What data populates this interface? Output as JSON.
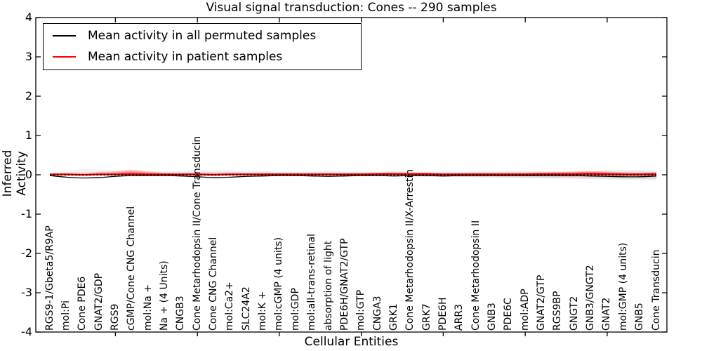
{
  "title": "Visual signal transduction: Cones -- 290 samples",
  "axes": {
    "xlabel": "Cellular Entities",
    "ylabel": "Inferred Activity",
    "yticks": [
      "4",
      "3",
      "2",
      "1",
      "0",
      "-1",
      "-2",
      "-3",
      "-4"
    ],
    "ylim": [
      -4,
      4
    ]
  },
  "legend": {
    "items": [
      {
        "label": "Mean activity in all permuted samples",
        "color": "#000000"
      },
      {
        "label": "Mean activity in patient samples",
        "color": "#ff0000"
      }
    ],
    "position": "upper left"
  },
  "colors": {
    "permuted_line": "#000000",
    "patient_line": "#ff0000",
    "zero_dash_line": "#000000",
    "permuted_band": "rgba(0,0,0,0.07)",
    "patient_band_outer": "rgba(255,0,0,0.22)",
    "patient_band_inner": "rgba(255,0,0,0.28)",
    "frame": "#000000",
    "background": "#ffffff"
  },
  "chart_data": {
    "type": "line",
    "title": "Visual signal transduction: Cones -- 290 samples",
    "xlabel": "Cellular Entities",
    "ylabel": "Inferred Activity",
    "ylim": [
      -4,
      4
    ],
    "grid": false,
    "legend_position": "upper left",
    "categories": [
      "RGS9-1/Gbeta5/R9AP",
      "mol:Pi",
      "Cone PDE6",
      "GNAT2/GDP",
      "RGS9",
      "cGMP/Cone CNG Channel",
      "mol:Na +",
      "Na + (4 Units)",
      "CNGB3",
      "Cone Metarhodopsin II/Cone Transducin",
      "Cone CNG Channel",
      "mol:Ca2+",
      "SLC24A2",
      "mol:K +",
      "mol:cGMP (4 units)",
      "mol:GDP",
      "mol:all-trans-retinal",
      "absorption of light",
      "PDE6H/GNAT2/GTP",
      "mol:GTP",
      "CNGA3",
      "GRK1",
      "Cone Metarhodopsin II/X-Arrestin",
      "GRK7",
      "PDE6H",
      "ARR3",
      "Cone Metarhodopsin II",
      "GNB3",
      "PDE6C",
      "mol:ADP",
      "GNAT2/GTP",
      "RGS9BP",
      "GNGT2",
      "GNB3/GNGT2",
      "GNAT2",
      "mol:GMP (4 units)",
      "GNB5",
      "Cone Transducin"
    ],
    "series": [
      {
        "name": "Mean activity in all permuted samples",
        "color": "#000000",
        "style": "solid",
        "values": [
          -0.02,
          -0.06,
          -0.08,
          -0.07,
          -0.04,
          -0.02,
          -0.02,
          -0.02,
          -0.03,
          -0.05,
          -0.07,
          -0.06,
          -0.04,
          -0.03,
          -0.02,
          -0.02,
          -0.03,
          -0.04,
          -0.03,
          -0.02,
          -0.02,
          -0.03,
          -0.02,
          -0.02,
          -0.03,
          -0.02,
          -0.02,
          -0.02,
          -0.02,
          -0.02,
          -0.02,
          -0.02,
          -0.02,
          -0.03,
          -0.04,
          -0.05,
          -0.05,
          -0.03
        ]
      },
      {
        "name": "Mean activity in patient samples",
        "color": "#ff0000",
        "style": "solid",
        "values": [
          0.01,
          0.01,
          0.0,
          0.01,
          0.01,
          0.02,
          0.01,
          0.01,
          0.01,
          0.01,
          0.0,
          0.01,
          0.01,
          0.01,
          0.01,
          0.01,
          0.01,
          0.01,
          0.01,
          0.01,
          0.02,
          0.02,
          0.02,
          0.02,
          0.01,
          0.01,
          0.01,
          0.01,
          0.01,
          0.01,
          0.02,
          0.02,
          0.02,
          0.03,
          0.02,
          0.01,
          0.01,
          0.02
        ]
      },
      {
        "name": "zero reference",
        "color": "#000000",
        "style": "dashed",
        "values": [
          0,
          0,
          0,
          0,
          0,
          0,
          0,
          0,
          0,
          0,
          0,
          0,
          0,
          0,
          0,
          0,
          0,
          0,
          0,
          0,
          0,
          0,
          0,
          0,
          0,
          0,
          0,
          0,
          0,
          0,
          0,
          0,
          0,
          0,
          0,
          0,
          0,
          0
        ]
      }
    ],
    "bands": [
      {
        "name": "permuted samples spread",
        "lower": [
          -0.12,
          -0.17,
          -0.19,
          -0.18,
          -0.15,
          -0.12,
          -0.1,
          -0.1,
          -0.11,
          -0.13,
          -0.15,
          -0.14,
          -0.12,
          -0.1,
          -0.09,
          -0.09,
          -0.1,
          -0.1,
          -0.09,
          -0.08,
          -0.08,
          -0.09,
          -0.09,
          -0.08,
          -0.08,
          -0.08,
          -0.09,
          -0.09,
          -0.1,
          -0.1,
          -0.09,
          -0.09,
          -0.09,
          -0.1,
          -0.11,
          -0.13,
          -0.13,
          -0.11
        ],
        "upper": [
          0.07,
          0.07,
          0.08,
          0.08,
          0.07,
          0.07,
          0.06,
          0.06,
          0.06,
          0.07,
          0.07,
          0.07,
          0.06,
          0.06,
          0.05,
          0.05,
          0.06,
          0.06,
          0.05,
          0.05,
          0.05,
          0.06,
          0.06,
          0.05,
          0.05,
          0.05,
          0.06,
          0.06,
          0.07,
          0.07,
          0.06,
          0.06,
          0.07,
          0.07,
          0.08,
          0.08,
          0.08,
          0.07
        ]
      },
      {
        "name": "patient samples spread",
        "lower": [
          -0.06,
          -0.07,
          -0.08,
          -0.09,
          -0.11,
          -0.14,
          -0.1,
          -0.06,
          -0.05,
          -0.05,
          -0.05,
          -0.05,
          -0.05,
          -0.04,
          -0.04,
          -0.04,
          -0.04,
          -0.04,
          -0.04,
          -0.04,
          -0.05,
          -0.06,
          -0.05,
          -0.05,
          -0.04,
          -0.04,
          -0.05,
          -0.05,
          -0.05,
          -0.05,
          -0.06,
          -0.06,
          -0.07,
          -0.08,
          -0.07,
          -0.06,
          -0.05,
          -0.06
        ],
        "upper": [
          0.05,
          0.06,
          0.06,
          0.07,
          0.09,
          0.13,
          0.09,
          0.05,
          0.04,
          0.04,
          0.04,
          0.04,
          0.04,
          0.04,
          0.04,
          0.04,
          0.04,
          0.04,
          0.04,
          0.04,
          0.05,
          0.06,
          0.05,
          0.05,
          0.04,
          0.04,
          0.05,
          0.05,
          0.05,
          0.05,
          0.06,
          0.07,
          0.08,
          0.09,
          0.08,
          0.06,
          0.05,
          0.07
        ]
      }
    ]
  }
}
